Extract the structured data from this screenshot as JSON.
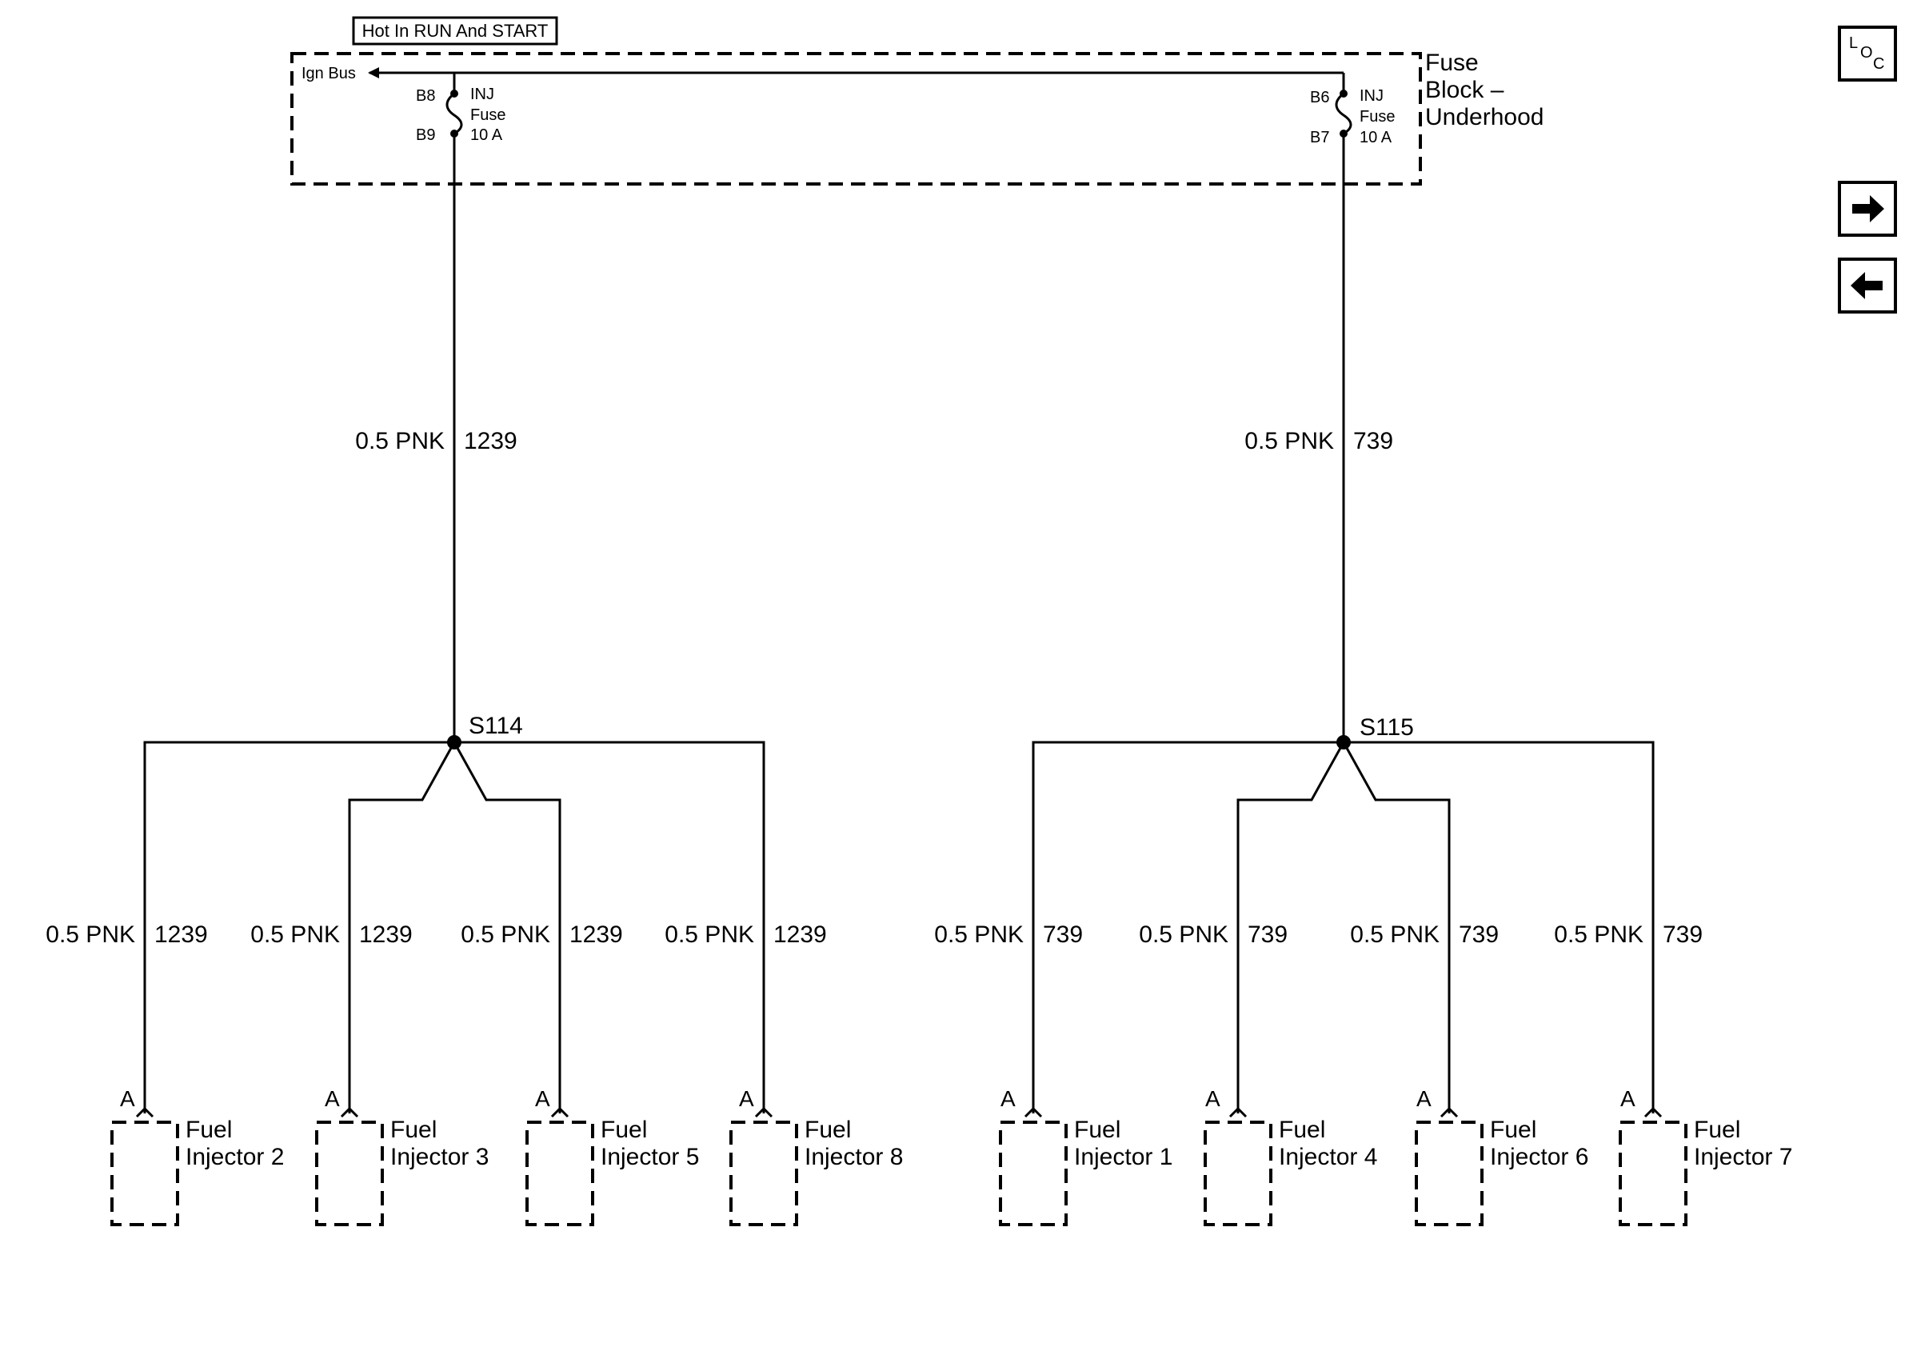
{
  "header": {
    "power_label": "Hot In RUN And START"
  },
  "fuse_block": {
    "name_line1": "Fuse",
    "name_line2": "Block –",
    "name_line3": "Underhood",
    "ign_bus_label": "Ign Bus",
    "fuses": [
      {
        "in_pin": "B8",
        "out_pin": "B9",
        "line1": "INJ",
        "line2": "Fuse",
        "rating": "10 A"
      },
      {
        "in_pin": "B6",
        "out_pin": "B7",
        "line1": "INJ",
        "line2": "Fuse",
        "rating": "10 A"
      }
    ]
  },
  "feeds": [
    {
      "size_color": "0.5 PNK",
      "circuit": "1239"
    },
    {
      "size_color": "0.5 PNK",
      "circuit": "739"
    }
  ],
  "splices": [
    {
      "label": "S114"
    },
    {
      "label": "S115"
    }
  ],
  "branches": [
    {
      "size_color": "0.5 PNK",
      "circuit": "1239",
      "pin": "A",
      "component_line1": "Fuel",
      "component_line2": "Injector 2"
    },
    {
      "size_color": "0.5 PNK",
      "circuit": "1239",
      "pin": "A",
      "component_line1": "Fuel",
      "component_line2": "Injector 3"
    },
    {
      "size_color": "0.5 PNK",
      "circuit": "1239",
      "pin": "A",
      "component_line1": "Fuel",
      "component_line2": "Injector 5"
    },
    {
      "size_color": "0.5 PNK",
      "circuit": "1239",
      "pin": "A",
      "component_line1": "Fuel",
      "component_line2": "Injector 8"
    },
    {
      "size_color": "0.5 PNK",
      "circuit": "739",
      "pin": "A",
      "component_line1": "Fuel",
      "component_line2": "Injector 1"
    },
    {
      "size_color": "0.5 PNK",
      "circuit": "739",
      "pin": "A",
      "component_line1": "Fuel",
      "component_line2": "Injector 4"
    },
    {
      "size_color": "0.5 PNK",
      "circuit": "739",
      "pin": "A",
      "component_line1": "Fuel",
      "component_line2": "Injector 6"
    },
    {
      "size_color": "0.5 PNK",
      "circuit": "739",
      "pin": "A",
      "component_line1": "Fuel",
      "component_line2": "Injector 7"
    }
  ],
  "nav": {
    "loc_l": "L",
    "loc_o": "O",
    "loc_c": "C",
    "next_icon": "arrow-right-icon",
    "prev_icon": "arrow-left-icon"
  }
}
